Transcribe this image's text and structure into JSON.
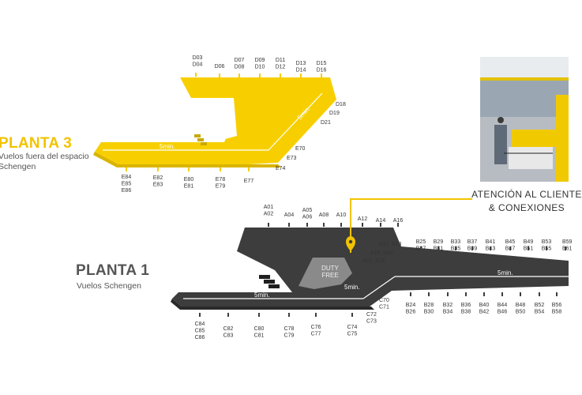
{
  "planta3": {
    "title": "PLANTA 3",
    "subtitle": "Vuelos fuera del espacio Schengen",
    "walk_label": "5min.",
    "walk_label_2": "5min.",
    "gates": [
      "D03\nD04",
      "D06",
      "D07\nD08",
      "D09\nD10",
      "D11\nD12",
      "D13\nD14",
      "D15\nD16",
      "D18",
      "D19",
      "D21",
      "E70",
      "E73",
      "E74",
      "E77",
      "E78\nE79",
      "E80\nE81",
      "E82\nE83",
      "E84\nE85\nE86"
    ]
  },
  "planta1": {
    "title": "PLANTA 1",
    "subtitle": "Vuelos Schengen",
    "duty_free": "DUTY\nFREE",
    "walk_labels": [
      "5min.",
      "5min.",
      "5min."
    ],
    "gates": [
      "A01\nA02",
      "A04",
      "A05\nA06",
      "A08",
      "A10",
      "A12",
      "A14",
      "A16",
      "A17",
      "A18",
      "A19",
      "A20",
      "A21",
      "A22",
      "B25\nB27",
      "B29\nB31",
      "B33\nB35",
      "B37\nB39",
      "B41\nB43",
      "B45\nB47",
      "B49\nB51",
      "B53\nB55",
      "B59\nB61",
      "C70\nC71",
      "C72\nC73",
      "C74\nC75",
      "C76\nC77",
      "C78\nC79",
      "C80\nC81",
      "C82\nC83",
      "C84\nC85\nC86",
      "B24\nB26",
      "B28\nB30",
      "B32\nB34",
      "B36\nB38",
      "B40\nB42",
      "B44\nB46",
      "B48\nB50",
      "B52\nB54",
      "B56\nB58"
    ]
  },
  "attention": {
    "line1": "ATENCIÓN AL CLIENTE",
    "line2": "& CONEXIONES"
  },
  "colors": {
    "yellow": "#f7cf00",
    "dark": "#3d3d3d",
    "pin": "#f2c300"
  }
}
